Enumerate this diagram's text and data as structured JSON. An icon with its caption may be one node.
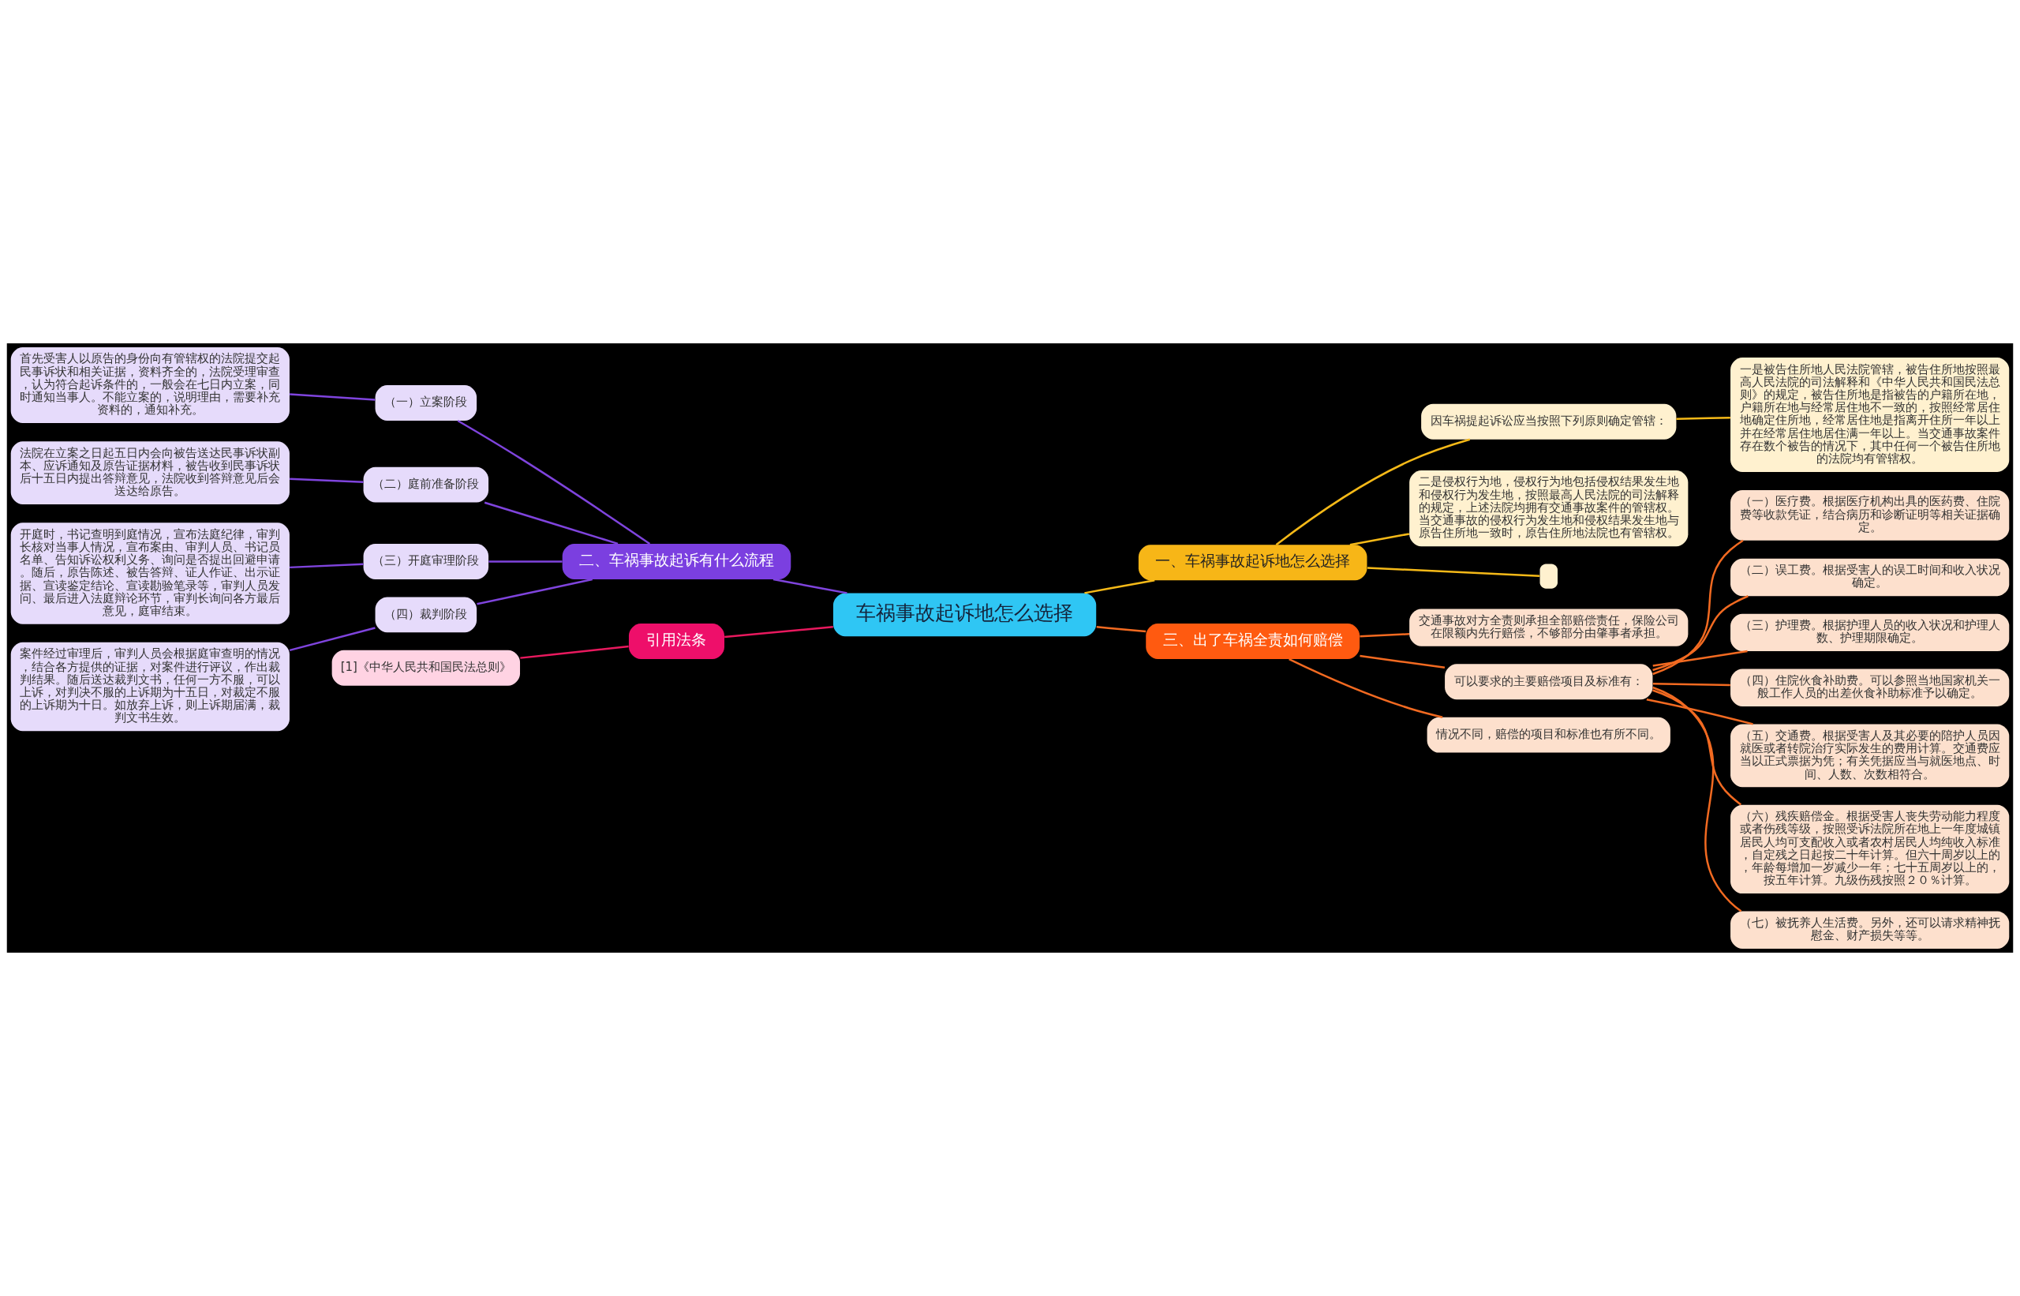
{
  "diagram": {
    "nodes": [
      {
        "text": [
          "车祸事故起诉地怎么选择"
        ]
      },
      {
        "text": [
          "一、车祸事故起诉地怎么选择"
        ]
      },
      {
        "text": [
          "因车祸提起诉讼应当按照下列原则确定管辖："
        ]
      },
      {
        "text": [
          "一是被告住所地人民法院管辖，被告住所地按照最高人民法院的司法解释和《中华人民共和国民法总则》的规定，被告住所地是指被告的户籍所在地，户籍所在地与经常居住地不一致的，按照经常居住地确定住所地，经常居住地是指离开住所一年以上并在经常居住地居住满一年以上。当交通事故案件存在数个被告的情况下，其中任何一个被告住所地的法院均有管辖权。"
        ]
      },
      {
        "text": [
          "二是侵权行为地，侵权行为地包括侵权结果发生地和侵权行为发生地，按照最高人民法院的司法解释的规定，上述法院均拥有交通事故案件的管辖权。当交通事故的侵权行为发生地和侵权结果发生地与原告住所地一致时，原告住所地法院也有管辖权。"
        ]
      },
      {
        "text": [],
        "shape": "box"
      },
      {
        "text": [
          "二、车祸事故起诉有什么流程"
        ]
      },
      {
        "text": [
          "（一）立案阶段"
        ]
      },
      {
        "text": [
          "首先受害人以原告的身份向有管辖权的法院提交起民事诉状和相关证据，资料齐全的，法院受理审查，认为符合起诉条件的，一般会在七日内立案，同时通知当事人。不能立案的，说明理由，需要补充资料的，通知补充。"
        ]
      },
      {
        "text": [
          "（二）庭前准备阶段"
        ]
      },
      {
        "text": [
          "法院在立案之日起五日内会向被告送达民事诉状副本、应诉通知及原告证据材料，被告收到民事诉状后十五日内提出答辩意见，法院收到答辩意见后会送达给原告。"
        ]
      },
      {
        "text": [
          "（三）开庭审理阶段"
        ]
      },
      {
        "text": [
          "开庭时，书记查明到庭情况，宣布法庭纪律，审判长核对当事人情况，宣布案由、审判人员、书记员名单、告知诉讼权利义务、询问是否提出回避申请。随后，原告陈述、被告答辩、证人作证、出示证据、宣读鉴定结论、宣读勘验笔录等，审判人员发问、最后进入法庭辩论环节，审判长询问各方最后意见，庭审结束。"
        ]
      },
      {
        "text": [
          "（四）裁判阶段"
        ]
      },
      {
        "text": [
          "案件经过审理后，审判人员会根据庭审查明的情况，结合各方提供的证据，对案件进行评议，作出裁判结果。随后送达裁判文书，任何一方不服，可以上诉，对判决不服的上诉期为十五日，对裁定不服的上诉期为十日。如放弃上诉，则上诉期届满，裁判文书生效。"
        ]
      },
      {
        "text": [
          "引用法条"
        ]
      },
      {
        "text": [
          "[1]《中华人民共和国民法总则》"
        ]
      },
      {
        "text": [
          "三、出了车祸全责如何赔偿"
        ]
      },
      {
        "text": [
          "交通事故对方全责则承担全部赔偿责任，保险公司在限额内先行赔偿，不够部分由肇事者承担。"
        ]
      },
      {
        "text": [
          "可以要求的主要赔偿项目及标准有："
        ]
      },
      {
        "text": [
          "（一）医疗费。根据医疗机构出具的医药费、住院费等收款凭证，结合病历和诊断证明等相关证据确定。"
        ]
      },
      {
        "text": [
          "（二）误工费。根据受害人的误工时间和收入状况确定。"
        ]
      },
      {
        "text": [
          "（三）护理费。根据护理人员的收入状况和护理人数、护理期限确定。"
        ]
      },
      {
        "text": [
          "（四）住院伙食补助费。可以参照当地国家机关一般工作人员的出差伙食补助标准予以确定。"
        ]
      },
      {
        "text": [
          "（五）交通费。根据受害人及其必要的陪护人员因就医或者转院治疗实际发生的费用计算。交通费应当以正式票据为凭；有关凭据应当与就医地点、时间、人数、次数相符合。"
        ]
      },
      {
        "text": [
          "（六）残疾赔偿金。根据受害人丧失劳动能力程度或者伤残等级，按照受诉法院所在地上一年度城镇居民人均可支配收入或者农村居民人均纯收入标准，自定残之日起按二十年计算。但六十周岁以上的，年龄每增加一岁减少一年；七十五周岁以上的，按五年计算。九级伤残按照２０％计算。"
        ]
      },
      {
        "text": [
          "（七）被抚养人生活费。另外，还可以请求精神抚慰金、财产损失等等。"
        ]
      },
      {
        "text": [
          "情况不同，赔偿的项目和标准也有所不同。"
        ]
      }
    ],
    "edges": [
      {
        "from": 0,
        "to": 1,
        "arrow": "none",
        "color": "#f5b918"
      },
      {
        "from": 1,
        "to": 2,
        "arrow": "none",
        "color": "#f5b918"
      },
      {
        "from": 2,
        "to": 3,
        "arrow": "none",
        "color": "#f5b918"
      },
      {
        "from": 1,
        "to": 4,
        "arrow": "none",
        "color": "#f5b918"
      },
      {
        "from": 1,
        "to": 5,
        "arrow": "none",
        "color": "#f5b918"
      },
      {
        "from": 0,
        "to": 6,
        "arrow": "none",
        "color": "#7f44dd"
      },
      {
        "from": 6,
        "to": 7,
        "arrow": "none",
        "color": "#7f44dd"
      },
      {
        "from": 7,
        "to": 8,
        "arrow": "none",
        "color": "#7f44dd"
      },
      {
        "from": 6,
        "to": 9,
        "arrow": "none",
        "color": "#7f44dd"
      },
      {
        "from": 9,
        "to": 10,
        "arrow": "none",
        "color": "#7f44dd"
      },
      {
        "from": 6,
        "to": 11,
        "arrow": "none",
        "color": "#7f44dd"
      },
      {
        "from": 11,
        "to": 12,
        "arrow": "none",
        "color": "#7f44dd"
      },
      {
        "from": 6,
        "to": 13,
        "arrow": "none",
        "color": "#7f44dd"
      },
      {
        "from": 13,
        "to": 14,
        "arrow": "none",
        "color": "#7f44dd"
      },
      {
        "from": 0,
        "to": 15,
        "arrow": "none",
        "color": "#e8195e"
      },
      {
        "from": 15,
        "to": 16,
        "arrow": "none",
        "color": "#e8195e"
      },
      {
        "from": 0,
        "to": 17,
        "arrow": "none"
      },
      {
        "from": 17,
        "to": 18,
        "arrow": "none"
      },
      {
        "from": 17,
        "to": 19,
        "arrow": "none"
      },
      {
        "from": 19,
        "to": 20,
        "arrow": "none"
      },
      {
        "from": 19,
        "to": 21,
        "arrow": "none"
      },
      {
        "from": 19,
        "to": 22,
        "arrow": "none"
      },
      {
        "from": 19,
        "to": 23,
        "arrow": "none"
      },
      {
        "from": 19,
        "to": 24,
        "arrow": "none"
      },
      {
        "from": 19,
        "to": 25,
        "arrow": "none"
      },
      {
        "from": 19,
        "to": 26,
        "arrow": "none"
      },
      {
        "from": 17,
        "to": 27,
        "arrow": "none"
      }
    ]
  }
}
